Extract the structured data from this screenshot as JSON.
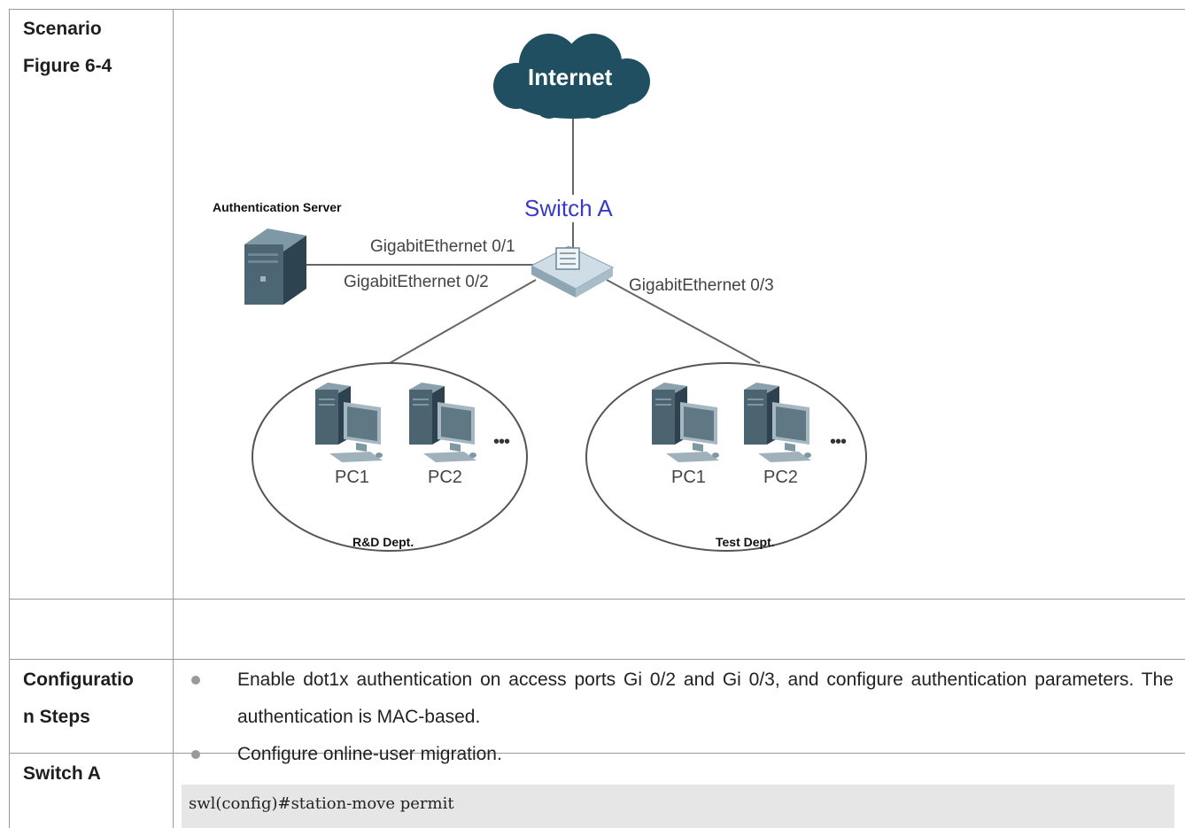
{
  "rows": {
    "scenario_label": "Scenario",
    "figure_label": "Figure 6-4",
    "config_label_line1": "Configuratio",
    "config_label_line2": "n Steps",
    "switch_label": "Switch A"
  },
  "figure": {
    "internet": "Internet",
    "switch_name": "Switch A",
    "server_label": "Authentication Server",
    "port1": "GigabitEthernet 0/1",
    "port2": "GigabitEthernet 0/2",
    "port3": "GigabitEthernet 0/3",
    "left_group": {
      "pc1": "PC1",
      "pc2": "PC2",
      "ellipsis": "•••",
      "dept": "R&D Dept."
    },
    "right_group": {
      "pc1": "PC1",
      "pc2": "PC2",
      "ellipsis": "•••",
      "dept": "Test Dept."
    }
  },
  "config_steps": [
    "Enable dot1x authentication on access ports Gi 0/2 and Gi 0/3, and configure authentication parameters. The authentication is MAC-based.",
    "Configure online-user migration."
  ],
  "code": "swl(config)#station-move permit",
  "colors": {
    "cloud": "#1f4f61",
    "switch_label": "#3a3ac8",
    "server": "#3f5764",
    "pc": "#4b6470",
    "grid": "#9a9a9a",
    "code_bg": "#e6e6e6"
  }
}
